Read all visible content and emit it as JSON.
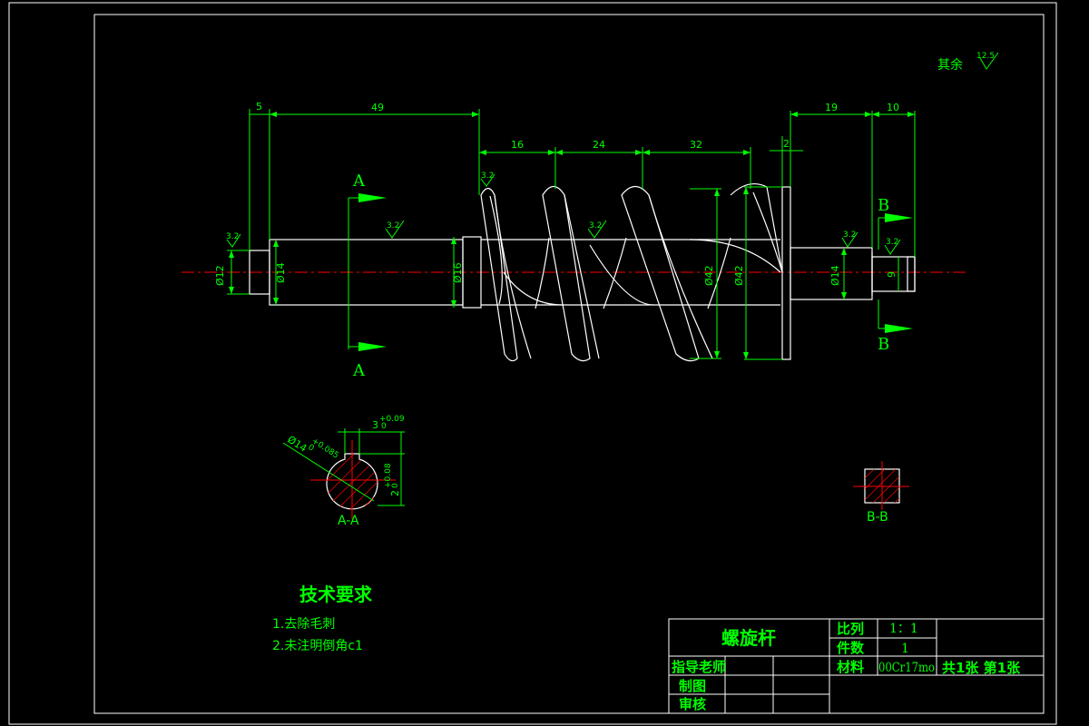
{
  "roughness_note": {
    "label": "其余",
    "value": "12.5"
  },
  "roughness_value": "3.2",
  "dimensions": {
    "d5": "5",
    "d49": "49",
    "d16": "16",
    "d24": "24",
    "d32": "32",
    "d2": "2",
    "d19": "19",
    "d10": "10",
    "dia12": "Ø12",
    "dia14a": "Ø14",
    "dia16": "Ø16",
    "dia42a": "Ø42",
    "dia42b": "Ø42",
    "dia14b": "Ø14",
    "d9": "9"
  },
  "section_marks": {
    "a": "A",
    "b": "B"
  },
  "section_aa": {
    "label": "A-A",
    "keyway_width": "3",
    "keyway_width_tol": "+0.09",
    "keyway_width_tol_low": "0",
    "diameter": "Ø14",
    "diameter_tol": "+0.085",
    "diameter_tol_low": "0",
    "depth": "2",
    "depth_tol": "+0.08",
    "depth_tol_low": "0"
  },
  "section_bb": {
    "label": "B-B"
  },
  "tech_requirements": {
    "title": "技术要求",
    "items": [
      "1.去除毛刺",
      "2.未注明倒角c1"
    ]
  },
  "title_block": {
    "part_name": "螺旋杆",
    "scale_label": "比列",
    "scale_value": "1：1",
    "qty_label": "件数",
    "qty_value": "1",
    "material_label": "材料",
    "material_value": "00Cr17mo",
    "sheet_info": "共1张 第1张",
    "advisor_label": "指导老师",
    "drawn_label": "制图",
    "checked_label": "审核"
  },
  "colors": {
    "background": "#000000",
    "outline": "#ffffff",
    "annotation": "#00ff00",
    "centerline": "#ff0000"
  }
}
